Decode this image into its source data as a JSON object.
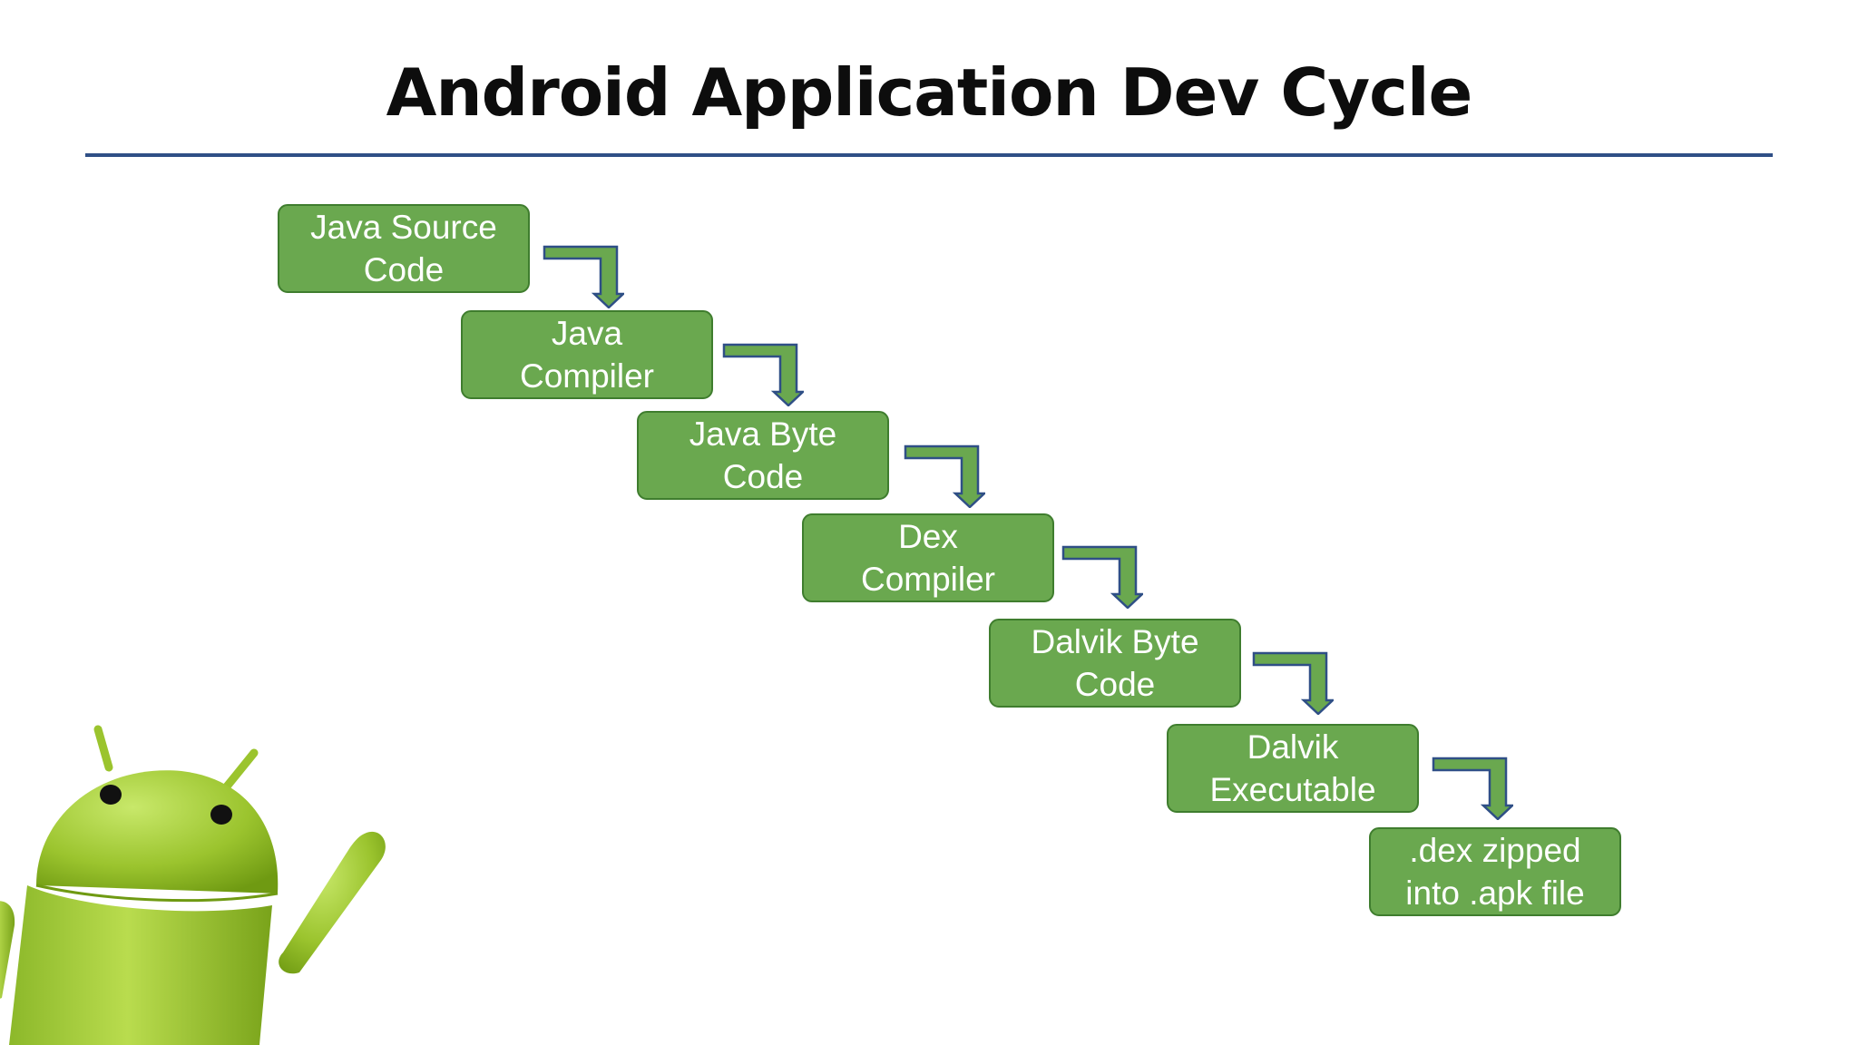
{
  "title": "Android Application Dev Cycle",
  "steps": [
    {
      "label": "Java Source\nCode"
    },
    {
      "label": "Java\nCompiler"
    },
    {
      "label": "Java Byte\nCode"
    },
    {
      "label": "Dex\nCompiler"
    },
    {
      "label": "Dalvik Byte\nCode"
    },
    {
      "label": "Dalvik\nExecutable"
    },
    {
      "label": ".dex zipped\ninto .apk file"
    }
  ],
  "colors": {
    "step_fill": "#6aa84f",
    "step_border": "#3f7d2e",
    "arrow_fill": "#6aa84f",
    "arrow_stroke": "#2f4f86",
    "rule": "#2f4f86",
    "mascot": "#a4c639"
  },
  "icons": {
    "flow_arrow": "bent-down-arrow-icon",
    "mascot": "android-robot-icon"
  }
}
